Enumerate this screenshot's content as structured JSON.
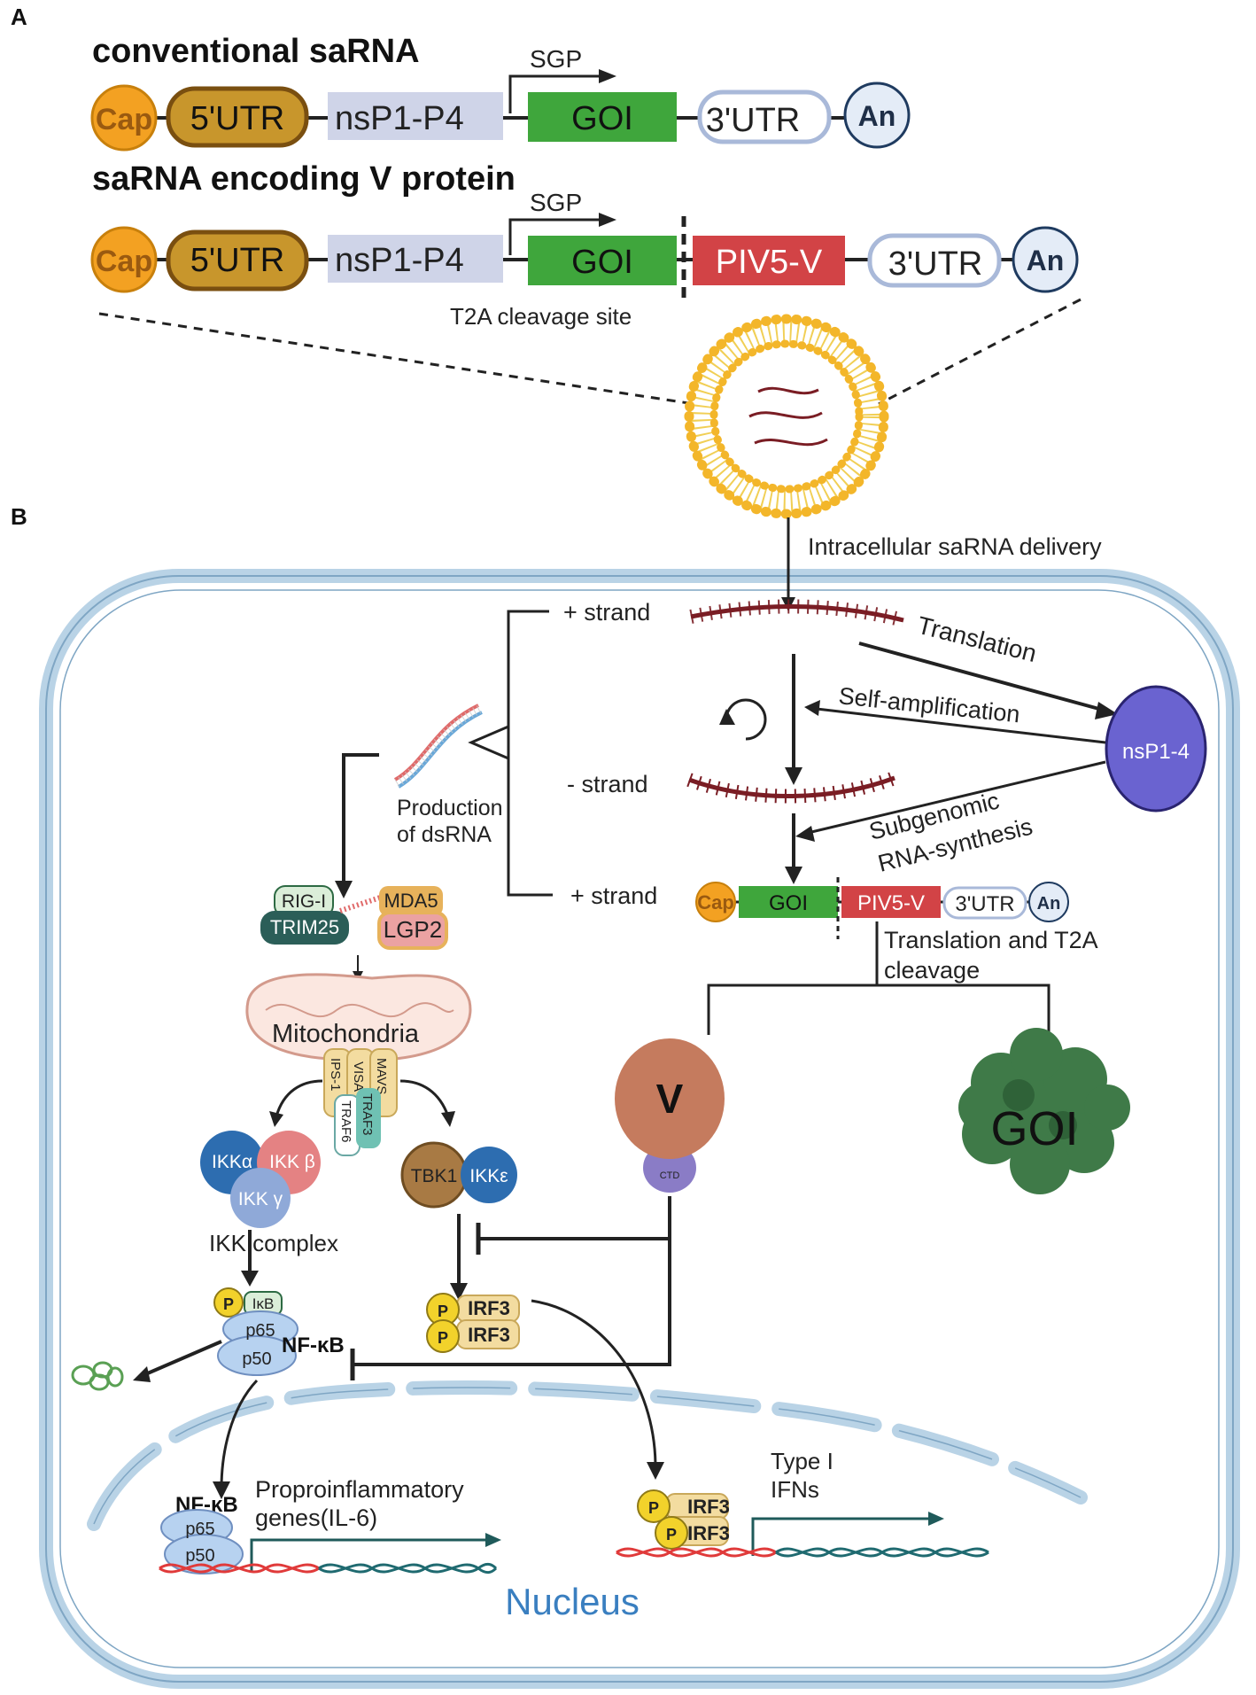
{
  "panel_a": {
    "label": "A",
    "conventional": {
      "title": "conventional saRNA",
      "cap": "Cap",
      "utr5": "5'UTR",
      "nsp": "nsP1-P4",
      "sgp": "SGP",
      "goi": "GOI",
      "utr3": "3'UTR",
      "an": "An"
    },
    "v_protein": {
      "title": "saRNA encoding V protein",
      "cap": "Cap",
      "utr5": "5'UTR",
      "nsp": "nsP1-P4",
      "sgp": "SGP",
      "goi": "GOI",
      "piv5": "PIV5-V",
      "utr3": "3'UTR",
      "an": "An",
      "t2a": "T2A cleavage site"
    }
  },
  "panel_b": {
    "label": "B",
    "delivery": "Intracellular saRNA delivery",
    "plus_strand_top": "+ strand",
    "minus_strand": "- strand",
    "plus_strand_bottom": "+ strand",
    "translation": "Translation",
    "self_amplification": "Self-amplification",
    "nsp14": "nsP1-4",
    "subgenomic_1": "Subgenomic",
    "subgenomic_2": "RNA-synthesis",
    "dsrna_1": "Production",
    "dsrna_2": "of dsRNA",
    "construct": {
      "cap": "Cap",
      "goi": "GOI",
      "piv5": "PIV5-V",
      "utr3": "3'UTR",
      "an": "An"
    },
    "translation_t2a_1": "Translation and T2A",
    "translation_t2a_2": "cleavage",
    "v_protein": "V",
    "ctd": "CTD",
    "goi_protein": "GOI",
    "rig_i": "RIG-I",
    "trim25": "TRIM25",
    "mda5": "MDA5",
    "lgp2": "LGP2",
    "mitochondria": "Mitochondria",
    "ips": "IPS-1",
    "visa": "VISA",
    "mavs": "MAVS",
    "traf6": "TRAF6",
    "traf3": "TRAF3",
    "ikka": "IKKα",
    "ikkb": "IKK β",
    "ikkg": "IKK γ",
    "ikk_complex": "IKK complex",
    "tbk1": "TBK1",
    "ikke": "IKKε",
    "p": "P",
    "ikb": "IκB",
    "p65": "p65",
    "p50": "p50",
    "nfkb": "NF-κB",
    "irf3": "IRF3",
    "proinflammatory_1": "Proproinflammatory",
    "proinflammatory_2": "genes(IL-6)",
    "type1_1": "Type I",
    "type1_2": "IFNs",
    "nucleus": "Nucleus"
  },
  "colors": {
    "cap": "#f3a122",
    "utr5": "#c8962c",
    "nsp": "#cfd4e8",
    "goi": "#3fa63c",
    "piv5": "#d24346",
    "utr3_border": "#a9b9d9",
    "an_fill": "#e4ecf7",
    "membrane": "#b9d3e6",
    "rna": "#7a1d24",
    "nsp14": "#6a63d0",
    "v_body": "#c57b5e",
    "ctd": "#8a7cc6",
    "goi_protein": "#3f7a48",
    "nucleus_text": "#3a7fc0"
  }
}
